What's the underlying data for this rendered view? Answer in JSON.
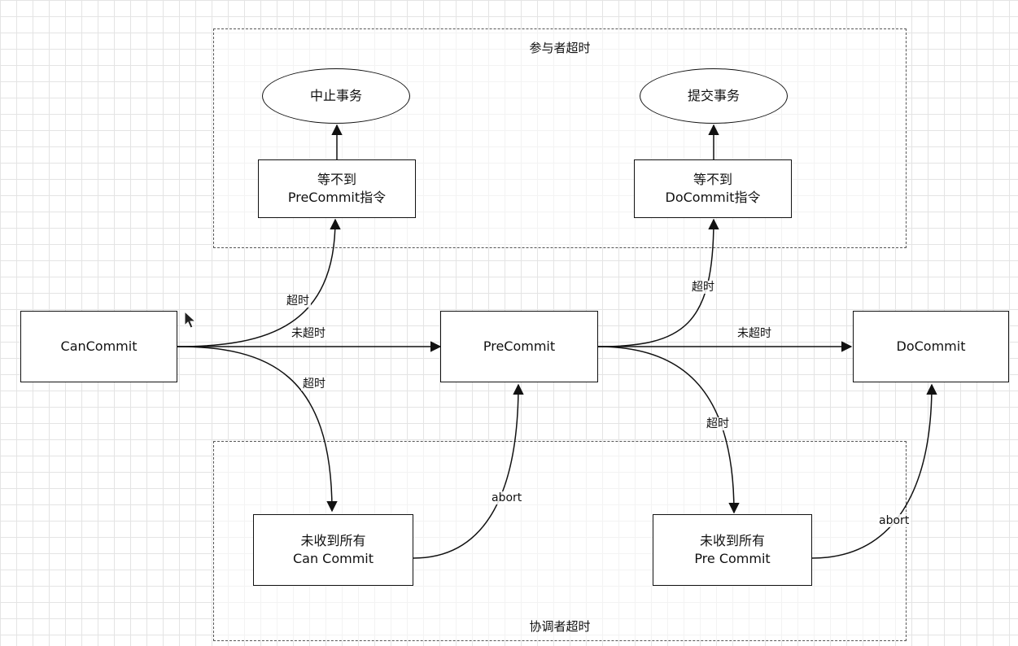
{
  "groups": {
    "participant": {
      "title": "参与者超时"
    },
    "coordinator": {
      "title": "协调者超时"
    }
  },
  "nodes": {
    "can_commit": {
      "label": "CanCommit"
    },
    "pre_commit": {
      "label": "PreCommit"
    },
    "do_commit": {
      "label": "DoCommit"
    },
    "abort_tx": {
      "label": "中止事务"
    },
    "commit_tx": {
      "label": "提交事务"
    },
    "wait_precommit": {
      "line1": "等不到",
      "line2": "PreCommit指令"
    },
    "wait_docommit": {
      "line1": "等不到",
      "line2": "DoCommit指令"
    },
    "missing_cancommit": {
      "line1": "未收到所有",
      "line2": "Can Commit"
    },
    "missing_precommit": {
      "line1": "未收到所有",
      "line2": "Pre Commit"
    }
  },
  "edge_labels": {
    "timeout_up_1": "超时",
    "not_timeout_1": "未超时",
    "timeout_down_1": "超时",
    "timeout_up_2": "超时",
    "not_timeout_2": "未超时",
    "timeout_down_2": "超时",
    "abort_1": "abort",
    "abort_2": "abort"
  }
}
